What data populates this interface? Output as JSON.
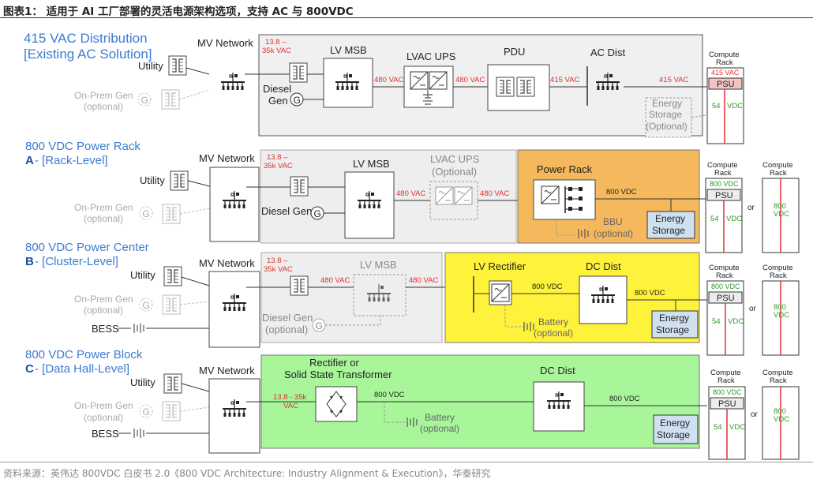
{
  "figure_title": "图表1： 适用于 AI 工厂部署的灵活电源架构选项，支持 AC 与 800VDC",
  "source": "资料来源：英伟达 800VDC 白皮书 2.0《800 VDC Architecture: Industry Alignment & Execution》，华泰研究",
  "labels": {
    "utility": "Utility",
    "onprem_gen_1": "On-Prem Gen",
    "optional": "(optional)",
    "optional_cap": "(Optional)",
    "mv_network": "MV Network",
    "mv_voltage_1": "13.8 –",
    "mv_voltage_2": "35k VAC",
    "mv_voltage_inline": "13.8 - 35k",
    "vac": "VAC",
    "lv_msb": "LV MSB",
    "lvac_ups": "LVAC UPS",
    "pdu": "PDU",
    "ac_dist": "AC Dist",
    "diesel": "Diesel",
    "gen": "Gen",
    "diesel_gen": "Diesel Gen",
    "v480": "480 VAC",
    "v415": "415 VAC",
    "v54": "54",
    "vdc": "VDC",
    "v800": "800 VDC",
    "v800_short": "800",
    "energy": "Energy",
    "storage": "Storage",
    "compute": "Compute",
    "rack": "Rack",
    "psu": "PSU",
    "or": "or",
    "power_rack": "Power Rack",
    "bbu": "BBU",
    "lv_rectifier": "LV Rectifier",
    "dc_dist": "DC Dist",
    "battery": "Battery",
    "bess": "BESS",
    "rectifier_or": "Rectifier or",
    "sst": "Solid State Transformer",
    "g": "G"
  },
  "rows": [
    {
      "title": "415 VAC Distribution",
      "subtitle_prefix": "",
      "subtitle": "[Existing AC Solution]"
    },
    {
      "title": "800 VDC Power Rack",
      "subtitle_prefix": "A",
      "subtitle": " - [Rack-Level]"
    },
    {
      "title": "800 VDC Power Center",
      "subtitle_prefix": "B",
      "subtitle": " - [Cluster-Level]"
    },
    {
      "title": "800 VDC Power Block",
      "subtitle_prefix": "C",
      "subtitle": " - [Data Hall-Level]"
    }
  ],
  "colors": {
    "title_blue": "#3a7bd5",
    "red": "#e03030",
    "green": "#2a9a2a",
    "orange_fill": "#f5b85c",
    "yellow_fill": "#fff23a",
    "green_fill": "#a8f59a",
    "gray_fill": "#eeeeee",
    "energy_fill": "#cfe0f0"
  }
}
